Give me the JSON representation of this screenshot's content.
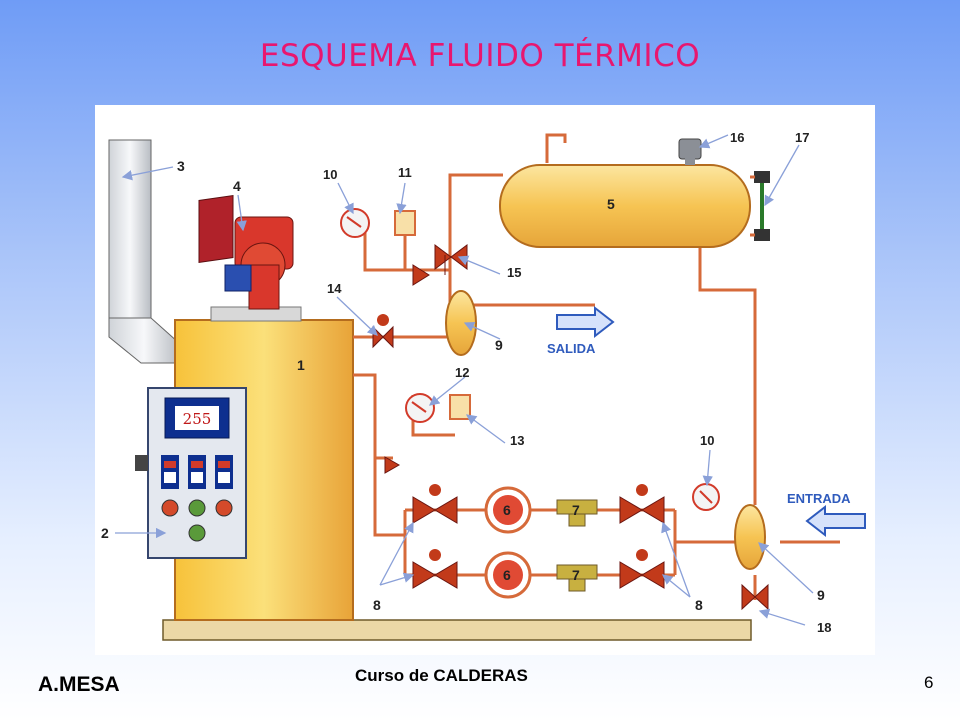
{
  "title": "ESQUEMA FLUIDO TÉRMICO",
  "diagram": {
    "display_value": "255",
    "labels": {
      "l1": "1",
      "l2": "2",
      "l3": "3",
      "l4": "4",
      "l5": "5",
      "l6a": "6",
      "l6b": "6",
      "l7a": "7",
      "l7b": "7",
      "l8a": "8",
      "l8b": "8",
      "l9a": "9",
      "l9b": "9",
      "l10a": "10",
      "l10b": "10",
      "l11": "11",
      "l12": "12",
      "l13": "13",
      "l14": "14",
      "l15": "15",
      "l16": "16",
      "l17": "17",
      "l18": "18"
    },
    "salida": "SALIDA",
    "entrada": "ENTRADA"
  },
  "footer": {
    "author": "A.MESA",
    "course": "Curso de CALDERAS",
    "page": "6"
  }
}
